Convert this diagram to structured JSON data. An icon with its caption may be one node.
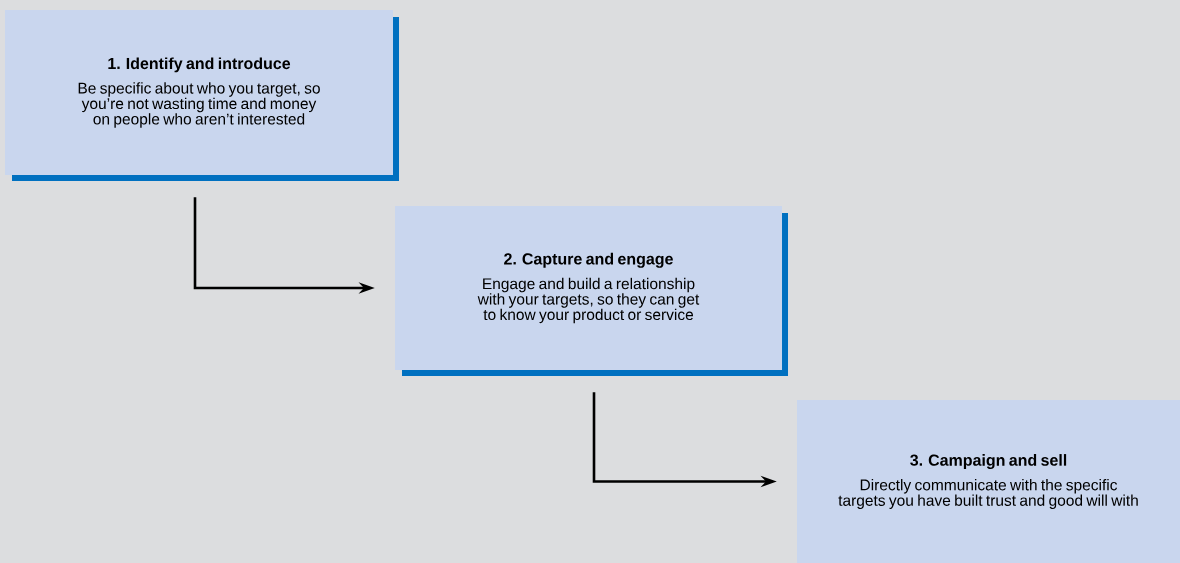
{
  "diagram": {
    "nodes": [
      {
        "text": [
          "1. Identify and introduce",
          "Be specific about who you target, so you’re not wasting time and money on people who aren’t interested"
        ]
      },
      {
        "text": [
          "2. Capture and engage",
          "Engage and build a relationship with your targets, so they can get to know your product or service"
        ]
      },
      {
        "text": [
          "3. Campaign and sell",
          "Directly communicate with the specific targets you have built trust and good will with"
        ]
      }
    ],
    "edges": [
      {
        "from": 0,
        "to": 1,
        "arrow": "to"
      },
      {
        "from": 1,
        "to": 2,
        "arrow": "to"
      }
    ]
  }
}
